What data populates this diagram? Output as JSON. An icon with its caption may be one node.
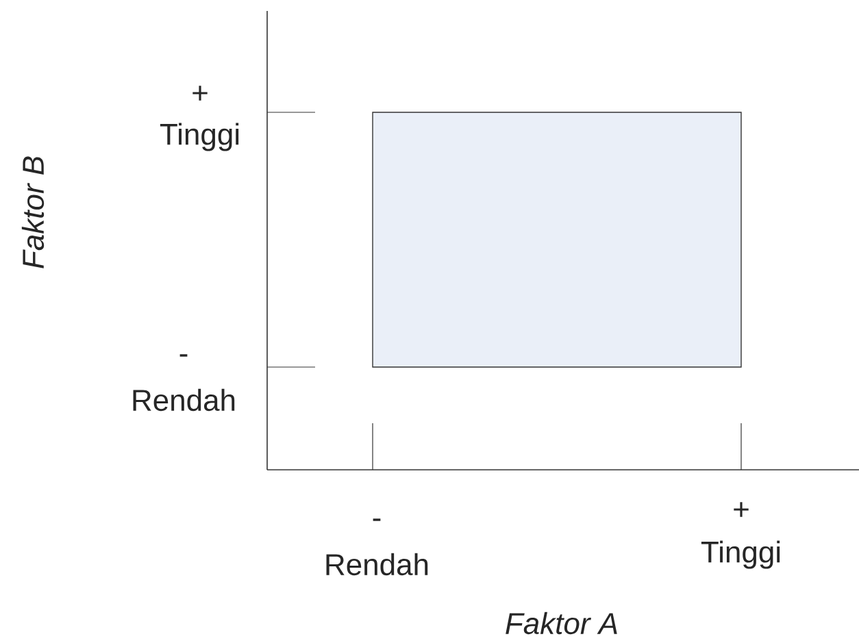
{
  "diagram": {
    "nodes": [
      {
        "text": [],
        "shape": "box"
      }
    ],
    "labels": [
      "+",
      "Tinggi",
      "-",
      "Rendah",
      "-",
      "Rendah",
      "+",
      "Tinggi",
      "Faktor A",
      "Faktor B"
    ]
  }
}
